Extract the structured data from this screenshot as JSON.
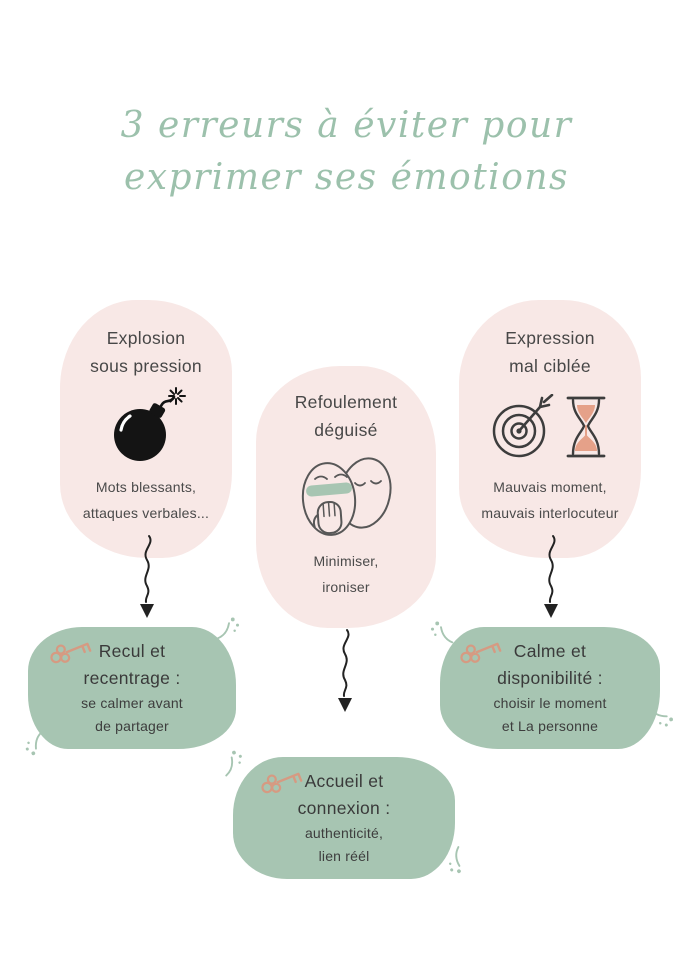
{
  "title": {
    "line1": "3 erreurs à éviter pour",
    "line2": "exprimer ses émotions"
  },
  "mistakes": [
    {
      "icon": "bomb-icon",
      "title_line1": "Explosion",
      "title_line2": "sous pression",
      "desc_line1": "Mots blessants,",
      "desc_line2": "attaques verbales..."
    },
    {
      "icon": "masks-icon",
      "title_line1": "Refoulement",
      "title_line2": "déguisé",
      "desc_line1": "Minimiser,",
      "desc_line2": "ironiser"
    },
    {
      "icon": "target-and-hourglass-icon",
      "title_line1": "Expression",
      "title_line2": "mal ciblée",
      "desc_line1": "Mauvais moment,",
      "desc_line2": "mauvais interlocuteur"
    }
  ],
  "solutions": [
    {
      "icon": "key-icon",
      "title_line1": "Recul et",
      "title_line2": "recentrage :",
      "desc_line1": "se calmer avant",
      "desc_line2": "de partager"
    },
    {
      "icon": "key-icon",
      "title_line1": "Calme et",
      "title_line2": "disponibilité :",
      "desc_line1": "choisir le moment",
      "desc_line2": "et La personne"
    },
    {
      "icon": "key-icon",
      "title_line1": "Accueil et",
      "title_line2": "connexion :",
      "desc_line1": "authenticité,",
      "desc_line2": "lien réél"
    }
  ],
  "colors": {
    "title_green": "#9cc1ac",
    "pink_blob": "#f8e8e6",
    "green_blob": "#a7c5b2",
    "text_dark": "#474747",
    "key_salmon": "#d69a82",
    "hourglass_sand": "#e5a189",
    "bomb_black": "#141414"
  }
}
